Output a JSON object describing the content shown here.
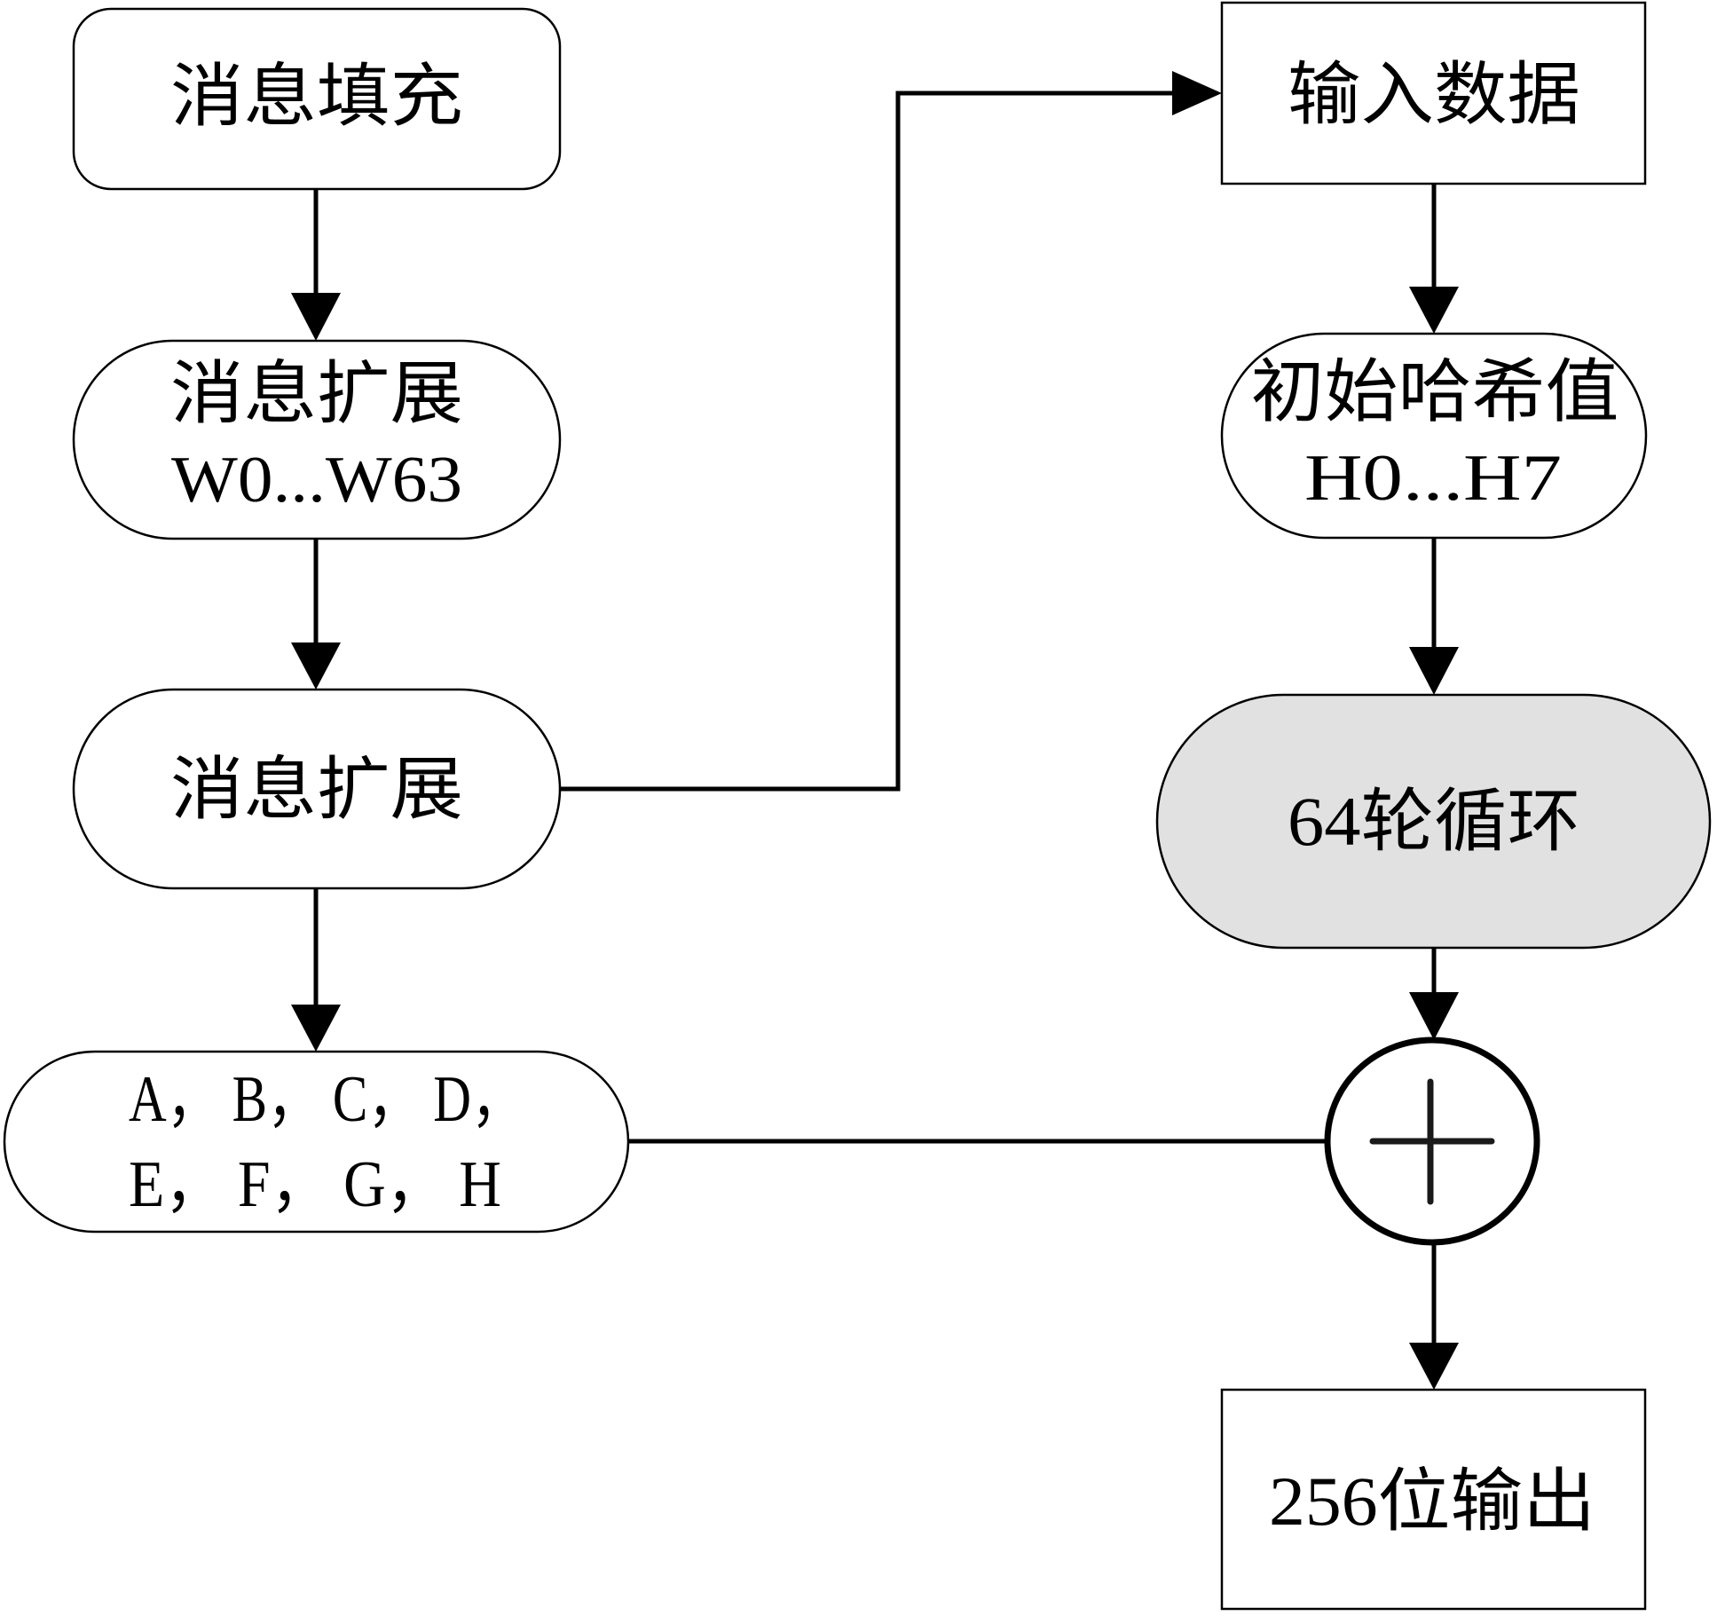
{
  "diagram": {
    "title": "",
    "nodes": {
      "padding": {
        "label": "消息填充",
        "shape": "rounded-rect"
      },
      "expansion_w": {
        "label": "消息扩展",
        "sublabel": "W0...W63",
        "shape": "terminator"
      },
      "expansion": {
        "label": "消息扩展",
        "shape": "terminator"
      },
      "registers": {
        "label": "A， B， C， D，",
        "sublabel": "E， F， G， H",
        "shape": "terminator"
      },
      "input": {
        "label": "输入数据",
        "shape": "rect"
      },
      "init_hash": {
        "label": "初始哈希值",
        "sublabel": "H0...H7",
        "shape": "terminator"
      },
      "rounds": {
        "label": "64轮循环",
        "shape": "terminator",
        "fill": "#e1e1e1"
      },
      "adder": {
        "symbol": "+",
        "shape": "circle"
      },
      "output": {
        "label": "256位输出",
        "shape": "rect"
      }
    },
    "edges": [
      {
        "from": "padding",
        "to": "expansion_w",
        "arrow": true
      },
      {
        "from": "expansion_w",
        "to": "expansion",
        "arrow": true
      },
      {
        "from": "expansion",
        "to": "registers",
        "arrow": true
      },
      {
        "from": "expansion",
        "to": "input",
        "arrow": true
      },
      {
        "from": "input",
        "to": "init_hash",
        "arrow": true
      },
      {
        "from": "init_hash",
        "to": "rounds",
        "arrow": true
      },
      {
        "from": "rounds",
        "to": "adder",
        "arrow": true
      },
      {
        "from": "registers",
        "to": "adder",
        "arrow": false
      },
      {
        "from": "adder",
        "to": "output",
        "arrow": true
      }
    ],
    "colors": {
      "stroke": "#000000",
      "background": "#ffffff",
      "shaded_fill": "#e1e1e1"
    }
  }
}
